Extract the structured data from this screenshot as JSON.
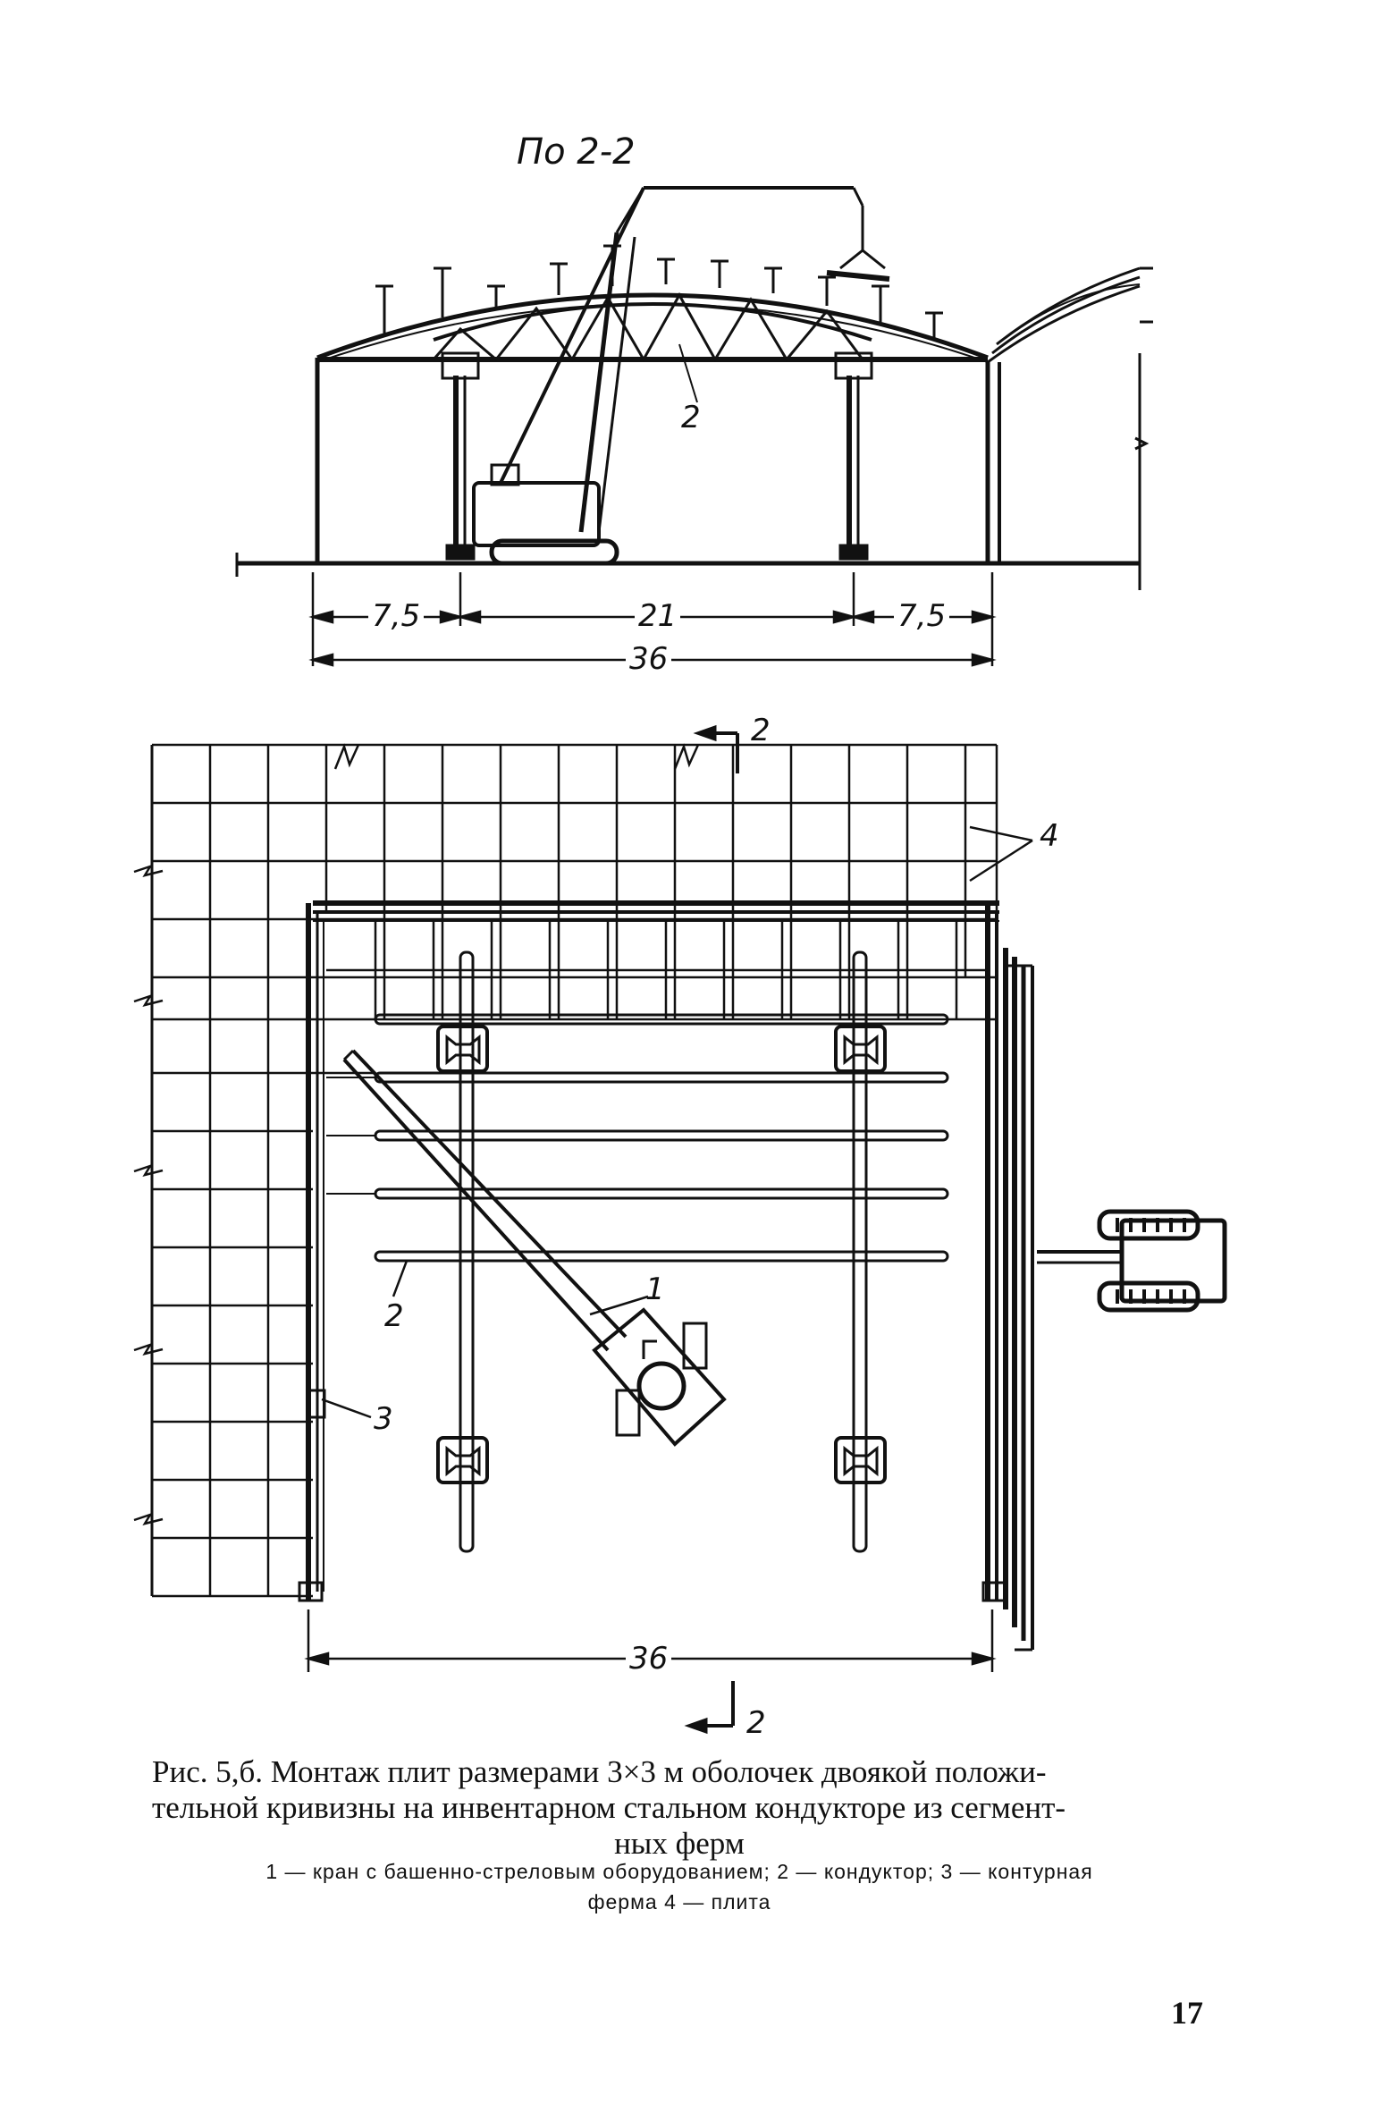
{
  "section_label": "По 2-2",
  "elevation": {
    "callout_conductor": "2",
    "dim_left": "7,5",
    "dim_middle": "21",
    "dim_right": "7,5",
    "dim_total": "36"
  },
  "plan": {
    "section_mark_top": "2",
    "section_mark_bottom": "2",
    "callout_crane": "1",
    "callout_conductor": "2",
    "callout_contour_truss": "3",
    "callout_slab": "4",
    "dim_total": "36"
  },
  "caption": {
    "line1": "Рис. 5,б. Монтаж плит размерами 3×3 м оболочек двоякой положи-",
    "line2": "тельной кривизны на инвентарном стальном кондукторе из сегмент-",
    "line3": "ных ферм",
    "legend1": "1 — кран с башенно-стреловым оборудованием; 2 — кондуктор; 3 — контурная",
    "legend2": "ферма 4 — плита"
  },
  "page_number": "17"
}
